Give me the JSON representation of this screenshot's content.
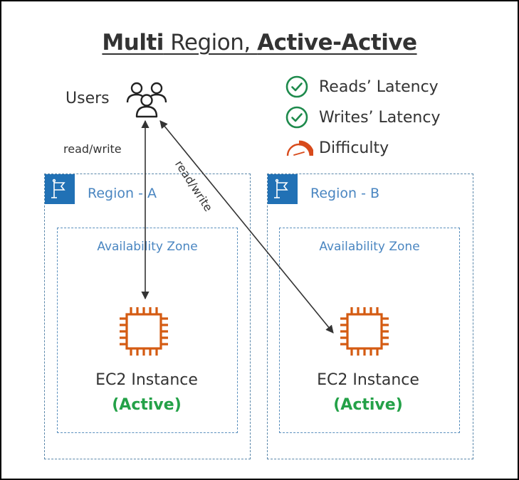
{
  "title": {
    "part1": "Multi",
    "part2": " Region, ",
    "part3": "Active-Active"
  },
  "users": {
    "label": "Users",
    "icon": "users-group-icon"
  },
  "connections": [
    {
      "label": "read/write",
      "from": "Users",
      "to": "EC2 Instance (Region - A)",
      "direction": "bidirectional"
    },
    {
      "label": "read/write",
      "from": "Users",
      "to": "EC2 Instance (Region - B)",
      "direction": "bidirectional"
    }
  ],
  "legend": [
    {
      "icon": "check-circle-icon",
      "label": "Reads’ Latency",
      "color": "#1e8a4c"
    },
    {
      "icon": "check-circle-icon",
      "label": "Writes’ Latency",
      "color": "#1e8a4c"
    },
    {
      "icon": "speedometer-icon",
      "label": "Difficulty",
      "color": "#d84a1b"
    }
  ],
  "regions": [
    {
      "label": "Region - A",
      "icon": "region-flag-icon",
      "az_label": "Availability Zone",
      "instance": {
        "label": "EC2 Instance",
        "status": "(Active)",
        "icon": "ec2-chip-icon"
      }
    },
    {
      "label": "Region - B",
      "icon": "region-flag-icon",
      "az_label": "Availability Zone",
      "instance": {
        "label": "EC2 Instance",
        "status": "(Active)",
        "icon": "ec2-chip-icon"
      }
    }
  ],
  "colors": {
    "region_border": "#5a87aa",
    "region_label": "#4a86c1",
    "flag_bg": "#2171b5",
    "ec2_orange": "#d45b12",
    "active_green": "#24a148",
    "check_green": "#1e8a4c"
  }
}
